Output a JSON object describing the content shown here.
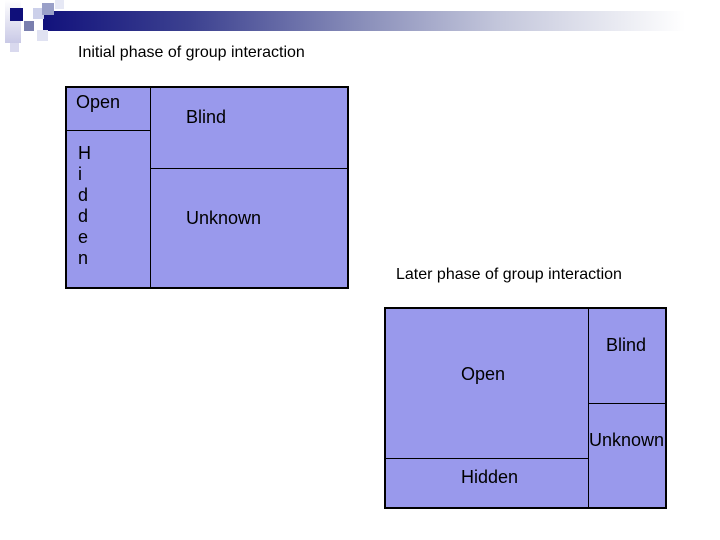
{
  "slide": {
    "initial_title": "Initial phase of group interaction",
    "later_title": "Later phase of group interaction"
  },
  "johari_initial": {
    "open_label": "Open",
    "blind_label": "Blind",
    "hidden_label": "Hidden",
    "unknown_label": "Unknown"
  },
  "johari_later": {
    "open_label": "Open",
    "blind_label": "Blind",
    "hidden_label": "Hidden",
    "unknown_label": "Unknown"
  },
  "colors": {
    "quadrant_fill": "#9999ec",
    "diagram_line": "#000000",
    "header_navy": "#12127c"
  }
}
